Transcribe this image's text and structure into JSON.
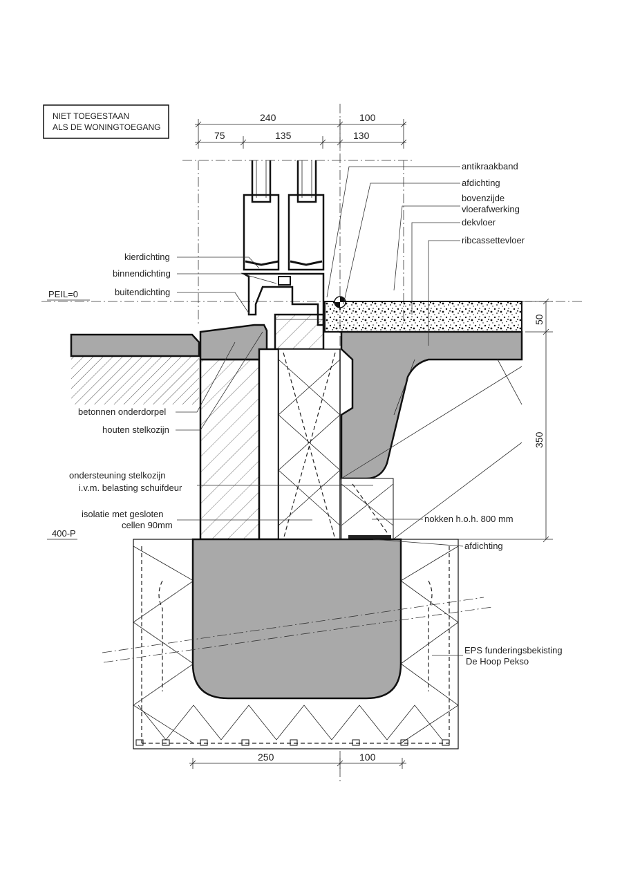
{
  "note": {
    "line1": "NIET TOEGESTAAN",
    "line2": "ALS DE WONINGTOEGANG"
  },
  "level_label": "PEIL=0",
  "ref_code": "400-P",
  "dimensions": {
    "top_total": "240",
    "top_right": "100",
    "top_a": "75",
    "top_b": "135",
    "top_c": "130",
    "right_top": "50",
    "right_bottom": "350",
    "bottom_left": "250",
    "bottom_right": "100"
  },
  "labels_right": {
    "antikraakband": "antikraakband",
    "afdichting_top": "afdichting",
    "bovenzijde_1": "bovenzijde",
    "bovenzijde_2": "vloerafwerking",
    "dekvloer": "dekvloer",
    "ribcassettevloer": "ribcassettevloer",
    "nokken": "nokken h.o.h. 800 mm",
    "afdichting_bottom": "afdichting",
    "eps_1": "EPS funderingsbekisting",
    "eps_2": "De Hoop Pekso"
  },
  "labels_left": {
    "kierdichting": "kierdichting",
    "binnendichting": "binnendichting",
    "buitendichting": "buitendichting",
    "onderdorpel": "betonnen onderdorpel",
    "stelkozijn": "houten stelkozijn",
    "ondersteuning_1": "ondersteuning stelkozijn",
    "ondersteuning_2": "i.v.m. belasting schuifdeur",
    "isolatie_1": "isolatie met gesloten",
    "isolatie_2": "cellen 90mm"
  }
}
